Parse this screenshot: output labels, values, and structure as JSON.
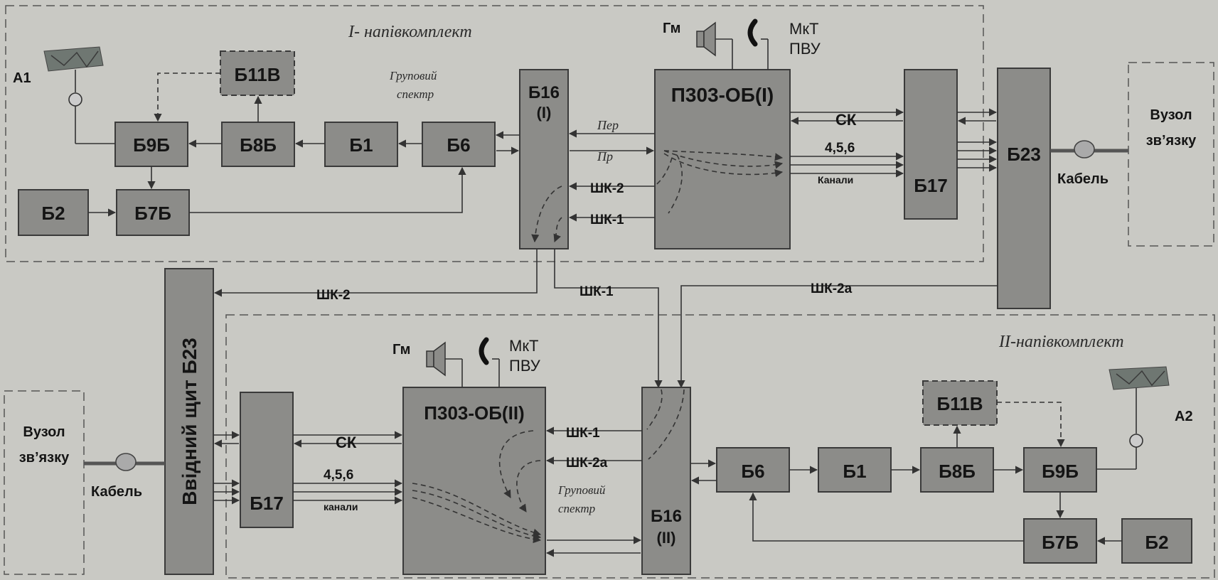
{
  "half1": {
    "title": "I- напівкомплект",
    "group_spectrum": [
      "Груповий",
      "спектр"
    ],
    "blocks": {
      "b11v": "Б11В",
      "b9b": "Б9Б",
      "b8b": "Б8Б",
      "b1": "Б1",
      "b6": "Б6",
      "b2": "Б2",
      "b7b": "Б7Б",
      "b16_l1": "Б16",
      "b16_l2": "(I)",
      "p303": "П303-ОБ(I)",
      "b17": "Б17",
      "b23": "Б23"
    },
    "antenna": "А1",
    "gm": "Гм",
    "mkt": "МкТ",
    "pvu": "ПВУ",
    "per": "Пер",
    "pr": "Пр",
    "shk2": "ШК-2",
    "shk1": "ШК-1",
    "sk": "СК",
    "ch456": "4,5,6",
    "kanaly": "Канали",
    "kabel": "Кабель",
    "vuzol": [
      "Вузол",
      "зв’язку"
    ]
  },
  "middle": {
    "shk2": "ШК-2",
    "shk1": "ШК-1",
    "shk2a": "ШК-2а",
    "vvidnyi_shchyt": "Ввідний щит  Б23"
  },
  "half2": {
    "title": "II-напівкомплект",
    "group_spectrum": [
      "Груповий",
      "спектр"
    ],
    "blocks": {
      "b17": "Б17",
      "p303": "П303-ОБ(II)",
      "b16_l1": "Б16",
      "b16_l2": "(II)",
      "b6": "Б6",
      "b1": "Б1",
      "b8b": "Б8Б",
      "b9b": "Б9Б",
      "b11v": "Б11В",
      "b7b": "Б7Б",
      "b2": "Б2"
    },
    "antenna": "А2",
    "gm": "Гм",
    "mkt": "МкТ",
    "pvu": "ПВУ",
    "shk1": "ШК-1",
    "shk2a": "ШК-2а",
    "sk": "СК",
    "ch456": "4,5,6",
    "kanaly": "канали",
    "kabel": "Кабель",
    "vuzol": [
      "Вузол",
      "зв’язку"
    ]
  }
}
